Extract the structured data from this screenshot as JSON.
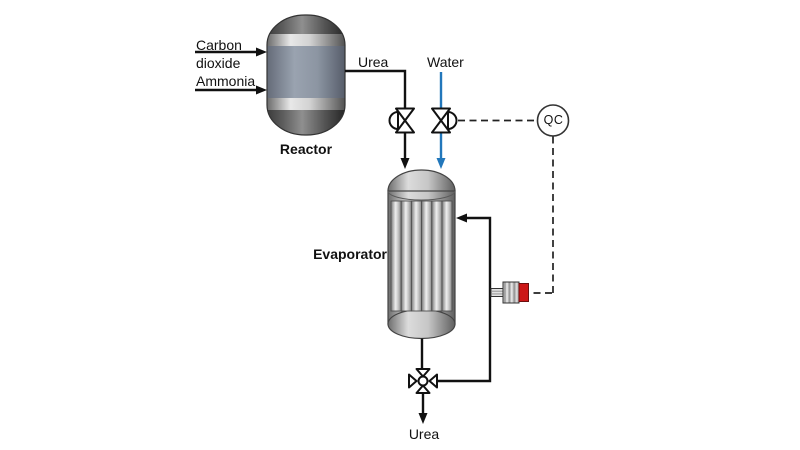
{
  "diagram": {
    "labels": {
      "carbon": "Carbon",
      "dioxide": "dioxide",
      "ammonia": "Ammonia",
      "reactor": "Reactor",
      "urea_top": "Urea",
      "water": "Water",
      "evaporator": "Evaporator",
      "urea_bottom": "Urea",
      "qc": "QC"
    },
    "colors": {
      "background": "#ffffff",
      "process_line": "#111111",
      "water_stream": "#2277bb",
      "signal_dash": "#222222",
      "sensor_cap_red": "#cc1717",
      "vessel_body_blue_gray": "#98a0ac"
    }
  }
}
